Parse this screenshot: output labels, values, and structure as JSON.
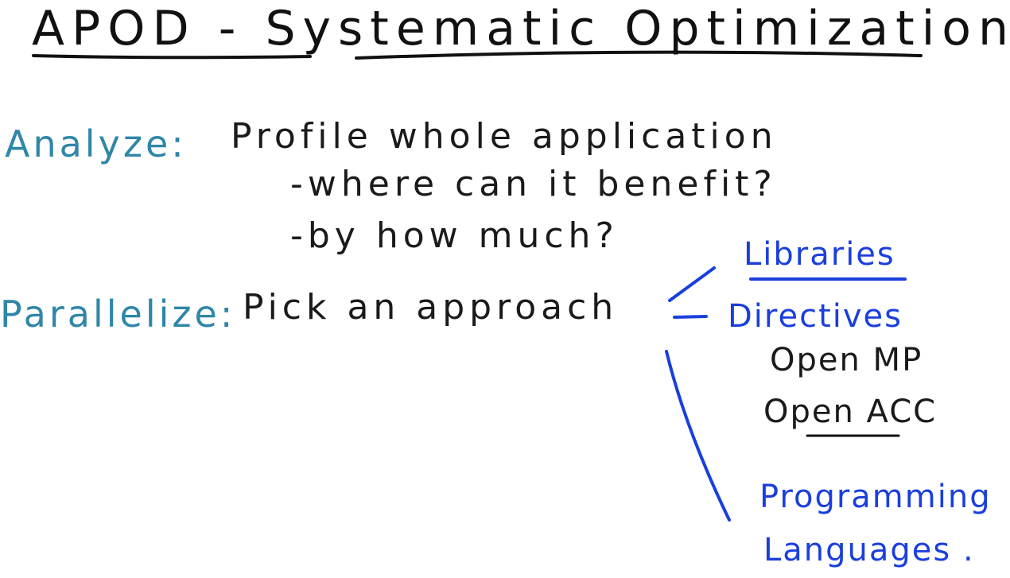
{
  "title": "APOD - Systematic Optimization",
  "analyze": {
    "label": "Analyze:",
    "text": "Profile whole application",
    "sub1": "-where can it benefit?",
    "sub2": "-by how much?"
  },
  "parallelize": {
    "label": "Parallelize:",
    "text": "Pick an approach"
  },
  "approaches": {
    "libraries": "Libraries",
    "directives": "Directives",
    "openmp": "Open MP",
    "openacc": "Open ACC",
    "programming": "Programming",
    "languages": "Languages ."
  },
  "colors": {
    "ink_black": "#1a1a1a",
    "ink_teal": "#2f86a8",
    "ink_blue": "#1a3fdc"
  }
}
